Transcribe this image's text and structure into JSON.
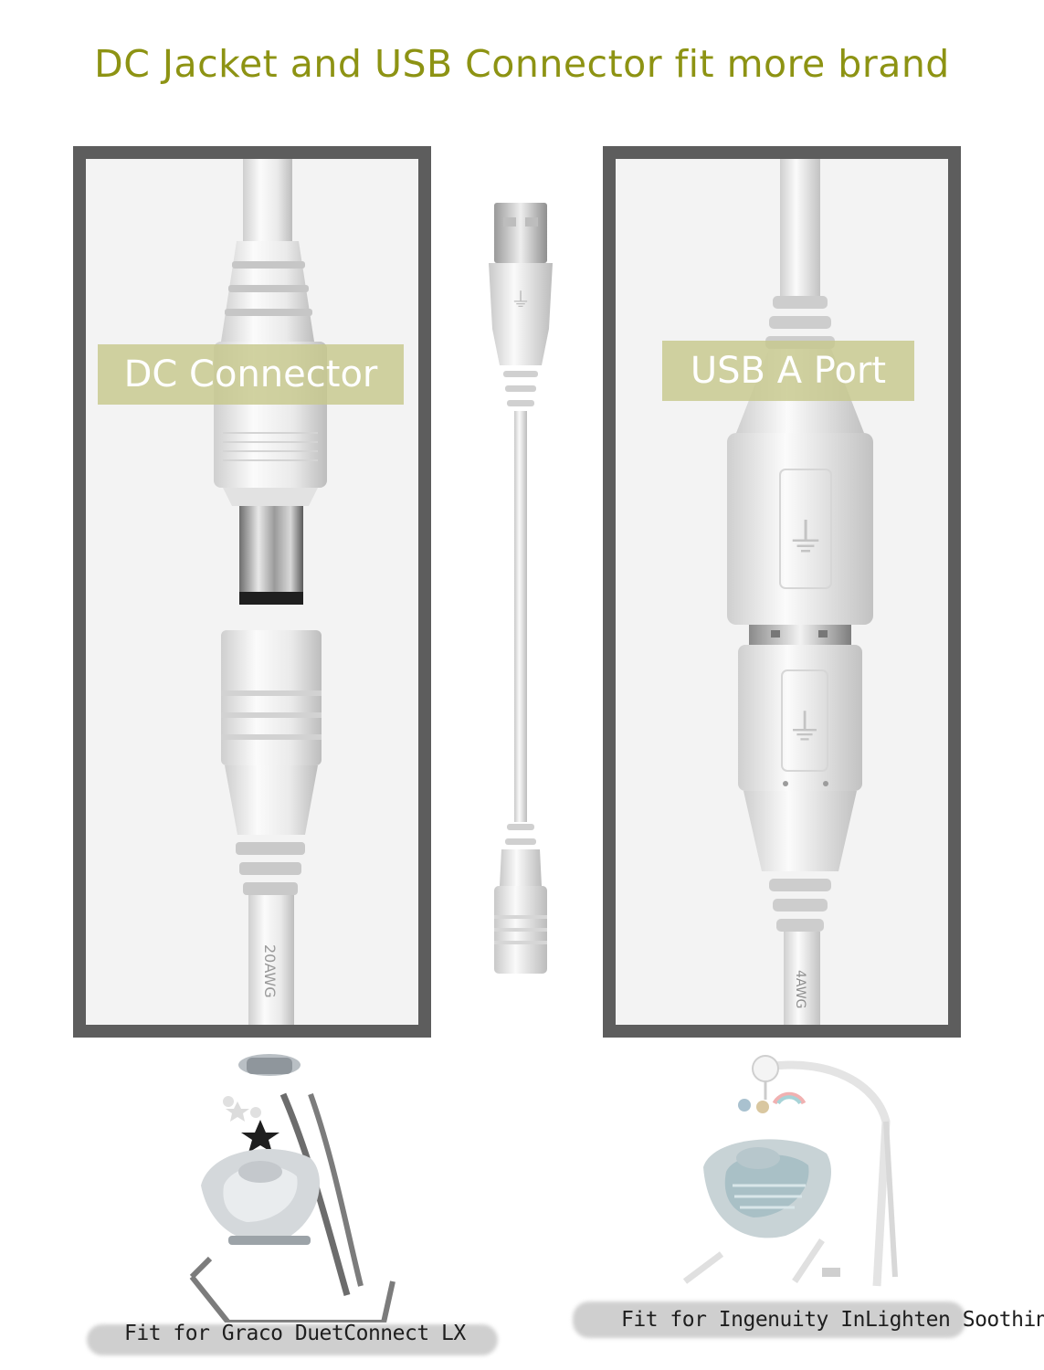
{
  "title": "DC Jacket and USB Connector fit more brand",
  "panels": {
    "left_label": "DC Connector",
    "right_label": "USB A Port"
  },
  "products": {
    "left_caption": "Fit for Graco DuetConnect LX",
    "right_caption": "Fit for Ingenuity InLighten Soothing"
  },
  "cable_print": {
    "left": "20AWG",
    "right": "4AWG"
  },
  "colors": {
    "title": "#8d9313",
    "frame": "#5d5d5d",
    "label_bg": "#c7c88c"
  }
}
